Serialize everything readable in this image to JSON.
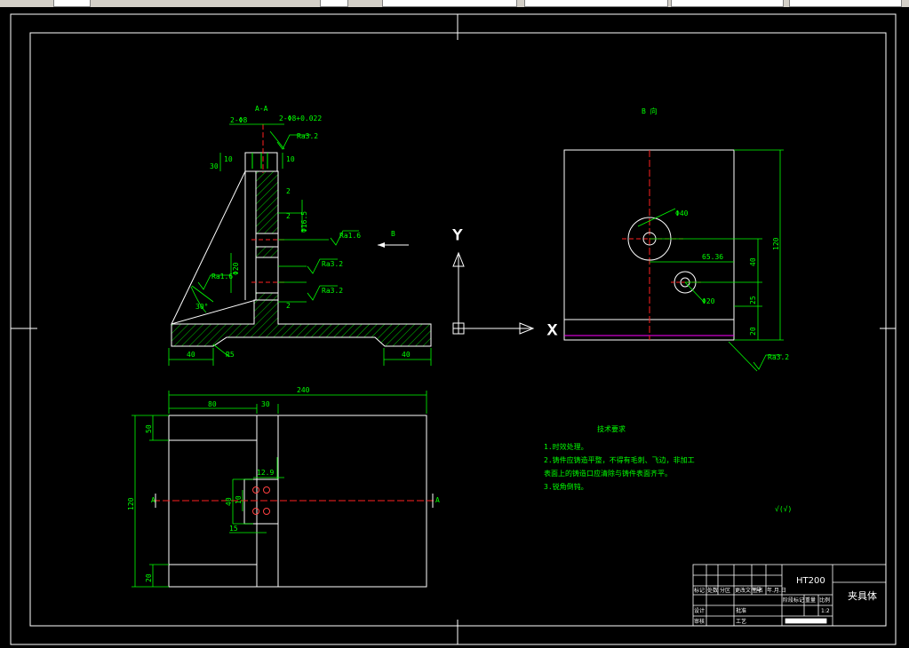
{
  "colors": {
    "outline": "#ffffff",
    "dimension": "#00ff00",
    "centerline": "#ff2020",
    "hidden": "#ff00ff",
    "hatch": "#00ff00"
  },
  "section_view": {
    "title": "A-A",
    "dims": {
      "top_hole": "2-Φ8",
      "top_tol": "2-Φ8+0.022",
      "rough_top": "Ra3.2",
      "h30": "30",
      "h10a": "10",
      "h10b": "10",
      "dim_2a": "2",
      "dim_2b": "2",
      "dim_2c": "2",
      "bore_upper": "Φ16.5",
      "bore_lower": "Φ20",
      "rough_mid": "Ra1.6",
      "rough_r3": "Ra3.2",
      "rough_r4": "Ra3.2",
      "rough_left": "Ra1.6",
      "angle": "30°",
      "base_left": "40",
      "base_right": "40",
      "r_label": "R5"
    }
  },
  "view_arrow": {
    "label": "B"
  },
  "b_view": {
    "title": "B 向",
    "large_hole": "Φ40",
    "small_hole": "Φ20",
    "h_offset": "65.36",
    "dim_40": "40",
    "dim_25": "25",
    "dim_20": "20",
    "overall": "120",
    "rough": "Ra3.2"
  },
  "axes": {
    "y": "Y",
    "x": "X"
  },
  "plan_view": {
    "overall": "240",
    "w80": "80",
    "w30": "30",
    "side_50": "50",
    "side_120": "120",
    "side_20": "20",
    "hole_12": "12.9",
    "hole_40": "40",
    "hole_10": "10",
    "hole_15": "15",
    "sec_left": "A",
    "sec_right": "A"
  },
  "tech_req": {
    "title": "技术要求",
    "line1": "1.时效处理。",
    "line2": "2.铸件应铸造平整，不得有毛刺、飞边，非加工",
    "line3": "表面上的铸造口应清除与铸件表面齐平。",
    "line4": "3.锐角倒钝。"
  },
  "rough_symbol": "√(√)",
  "title_block": {
    "material": "HT200",
    "part_name": "夹具体",
    "labels": [
      "标记",
      "处数",
      "分区",
      "更改文件号",
      "签名",
      "年.月.日",
      "阶段标记",
      "重量",
      "比例",
      "设计",
      "审核",
      "工艺",
      "批准"
    ],
    "scale": "1:2"
  }
}
